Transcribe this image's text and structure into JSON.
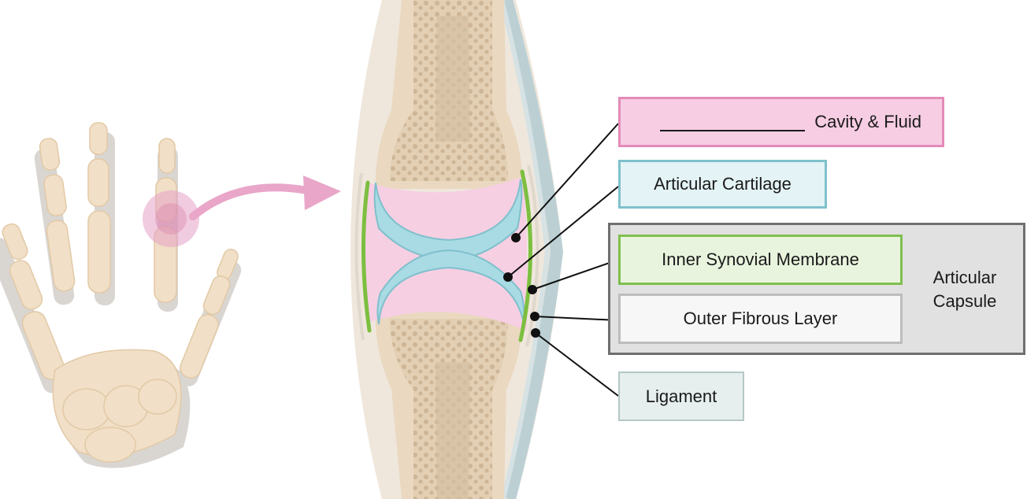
{
  "labels": {
    "cavity_fluid": "Cavity & Fluid",
    "articular_cartilage": "Articular Cartilage",
    "inner_synovial_membrane": "Inner Synovial Membrane",
    "outer_fibrous_layer": "Outer Fibrous Layer",
    "ligament": "Ligament",
    "articular_capsule_line1": "Articular",
    "articular_capsule_line2": "Capsule"
  },
  "colors": {
    "cavity_fill": "#f7cde3",
    "cavity_border": "#e38bb8",
    "cartilage_fill": "#e4f3f6",
    "cartilage_border": "#7fc0cc",
    "synovial_fill": "#e9f4de",
    "synovial_border": "#7fbf4d",
    "fibrous_fill": "#f7f7f7",
    "fibrous_border": "#bdbdbd",
    "ligament_fill": "#e6eeee",
    "ligament_border": "#b5c7c7",
    "capsule_fill": "#e1e1e1",
    "capsule_border": "#6f6f6f",
    "bone": "#efdcc4",
    "bone_shadow": "#d8d4cf",
    "highlight": "#e6a0c4"
  },
  "icons": {
    "hand": "hand-skeleton-icon",
    "arrow": "curved-arrow-icon",
    "joint": "synovial-joint-icon"
  }
}
